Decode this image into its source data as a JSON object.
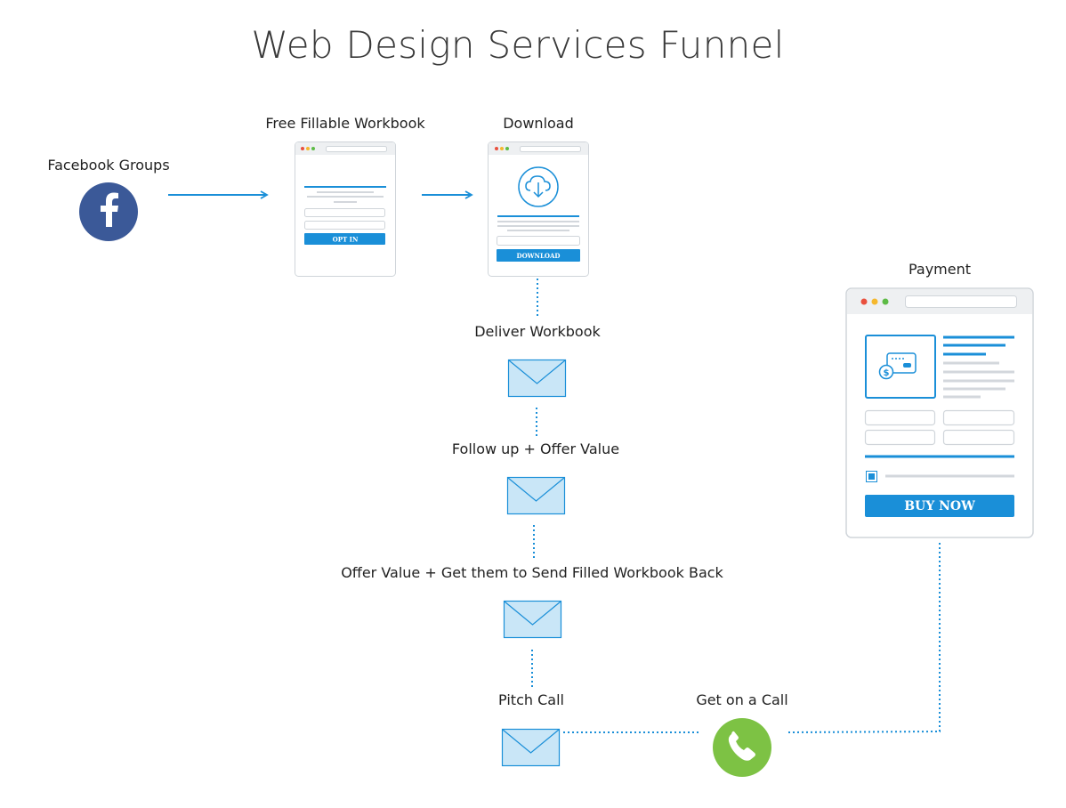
{
  "title": "Web Design Services Funnel",
  "nodes": {
    "facebook": {
      "label": "Facebook Groups",
      "icon": "facebook-icon",
      "color": "#3B5998"
    },
    "optin_page": {
      "label": "Free Fillable Workbook",
      "button": "OPT IN",
      "icon": "optin-page-icon"
    },
    "download_page": {
      "label": "Download",
      "button": "DOWNLOAD",
      "icon": "cloud-download-icon"
    },
    "email_1": {
      "label": "Deliver Workbook",
      "icon": "email-icon"
    },
    "email_2": {
      "label": "Follow up + Offer Value",
      "icon": "email-icon"
    },
    "email_3": {
      "label": "Offer Value + Get them to Send Filled Workbook Back",
      "icon": "email-icon"
    },
    "email_4": {
      "label": "Pitch Call",
      "icon": "email-icon"
    },
    "call": {
      "label": "Get on a Call",
      "icon": "phone-icon",
      "color": "#7DC244"
    },
    "payment": {
      "label": "Payment",
      "button": "BUY NOW",
      "icon": "payment-card-icon"
    }
  },
  "edges": [
    {
      "from": "facebook",
      "to": "optin_page",
      "style": "solid-arrow"
    },
    {
      "from": "optin_page",
      "to": "download_page",
      "style": "solid-arrow"
    },
    {
      "from": "download_page",
      "to": "email_1",
      "style": "dotted"
    },
    {
      "from": "email_1",
      "to": "email_2",
      "style": "dotted"
    },
    {
      "from": "email_2",
      "to": "email_3",
      "style": "dotted"
    },
    {
      "from": "email_3",
      "to": "email_4",
      "style": "dotted"
    },
    {
      "from": "email_4",
      "to": "call",
      "style": "dotted"
    },
    {
      "from": "call",
      "to": "payment",
      "style": "dotted"
    }
  ],
  "colors": {
    "accent": "#1A8FD8",
    "envelope_fill": "#C9E6F7",
    "envelope_stroke": "#1A8FD8",
    "window_border": "#D0D5DA",
    "window_bar": "#EEF0F2",
    "placeholder_line": "#D3D7DC",
    "facebook": "#3B5998",
    "call": "#7DC244"
  }
}
